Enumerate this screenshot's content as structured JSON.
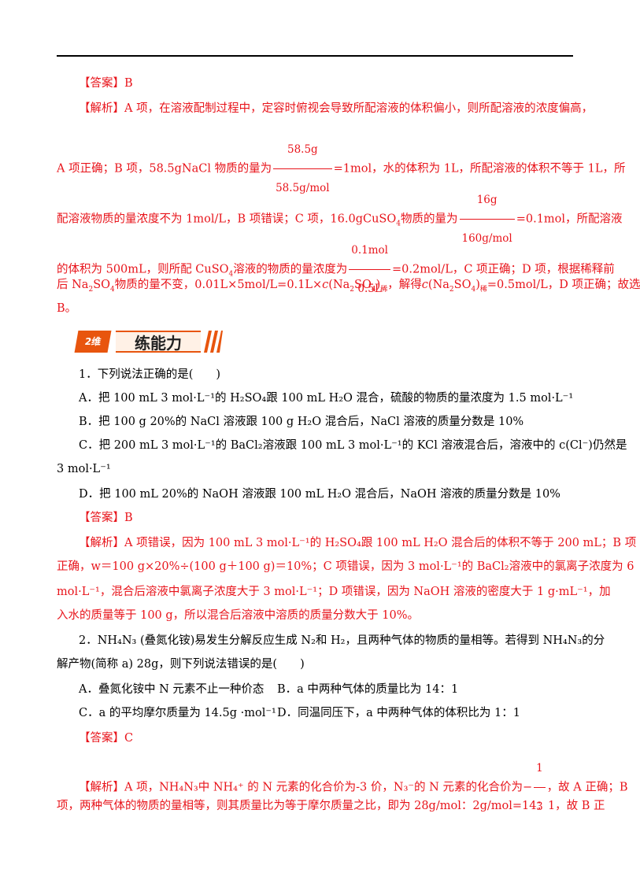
{
  "answer1": {
    "tag": "【答案】",
    "value": "B"
  },
  "analysis1": {
    "tag": "【解析】",
    "l1": "A 项，在溶液配制过程中，定容时俯视会导致所配溶液的体积偏小，则所配溶液的浓度偏高，",
    "l2a": "A 项正确；B 项，58.5gNaCl 物质的量为",
    "f1_num": "58.5g",
    "f1_den": "58.5g/mol",
    "l2b": "=1mol，水的体积为 1L，所配溶液的体积不等于 1L，所",
    "l3a": "配溶液物质的量浓度不为 1mol/L，B 项错误；C 项，16.0gCuSO",
    "l3b": "物质的量为",
    "f2_num": "16g",
    "f2_den": "160g/mol",
    "l3c": "=0.1mol，所配溶液",
    "l4a": "的体积为 500mL，则所配 CuSO",
    "l4b": "溶液的物质的量浓度为",
    "f3_num": "0.1mol",
    "f3_den": "0.5L",
    "l4c": "=0.2mol/L，C 项正确；D 项，根据稀释前",
    "l5a": "后 Na",
    "l5b": "SO",
    "l5c": "物质的量不变，0.01L×5mol/L=0.1L×",
    "l5d": "，解得",
    "l5e": "=0.5mol/L，D 项正确；故选",
    "l6": "B。"
  },
  "banner": {
    "tag": "2维",
    "title": "练能力"
  },
  "q1": {
    "stem": "1．下列说法正确的是(　　)",
    "A": "A．把 100 mL 3 mol·L⁻¹的 H₂SO₄跟 100 mL H₂O 混合，硫酸的物质的量浓度为 1.5 mol·L⁻¹",
    "B": "B．把 100 g 20%的 NaCl 溶液跟 100 g H₂O 混合后，NaCl 溶液的质量分数是 10%",
    "C1": "C．把 200 mL 3 mol·L⁻¹的 BaCl₂溶液跟 100 mL 3 mol·L⁻¹的 KCl 溶液混合后，溶液中的 c(Cl⁻)仍然是",
    "C2": "3 mol·L⁻¹",
    "D": "D．把 100 mL 20%的 NaOH 溶液跟 100 mL H₂O 混合后，NaOH 溶液的质量分数是 10%"
  },
  "answer2": {
    "tag": "【答案】",
    "value": "B"
  },
  "analysis2": {
    "tag": "【解析】",
    "l1": "A 项错误，因为 100 mL 3 mol·L⁻¹的 H₂SO₄跟 100 mL H₂O 混合后的体积不等于 200 mL；B 项",
    "l2": "正确，w＝100 g×20%÷(100 g＋100 g)＝10%；C 项错误，因为 3 mol·L⁻¹的 BaCl₂溶液中的氯离子浓度为 6",
    "l3": "mol·L⁻¹，混合后溶液中氯离子浓度大于 3 mol·L⁻¹；D 项错误，因为 NaOH 溶液的密度大于 1 g·mL⁻¹，加",
    "l4": "入水的质量等于 100 g，所以混合后溶液中溶质的质量分数大于 10%。"
  },
  "q2": {
    "stem1": "2．NH₄N₃ (叠氮化铵)易发生分解反应生成 N₂和 H₂，且两种气体的物质的量相等。若得到 NH₄N₃的分",
    "stem2": "解产物(简称 a) 28g，则下列说法错误的是(　　)",
    "A": "A．叠氮化铵中 N 元素不止一种价态",
    "B": "B．a 中两种气体的质量比为 14：1",
    "C": "C．a 的平均摩尔质量为 14.5g ·mol⁻¹",
    "D": "D．同温同压下，a 中两种气体的体积比为 1：1"
  },
  "answer3": {
    "tag": "【答案】",
    "value": "C"
  },
  "analysis3": {
    "tag": "【解析】",
    "l1a": "A 项，NH₄N₃中 NH₄⁺ 的 N 元素的化合价为-3 价，N₃⁻的 N 元素的化合价为−",
    "f_num": "1",
    "f_den": "3",
    "l1b": "，故 A 正确；B",
    "l2": "项，两种气体的物质的量相等，则其质量比为等于摩尔质量之比，即为 28g/mol：2g/mol=14：1，故 B 正"
  }
}
